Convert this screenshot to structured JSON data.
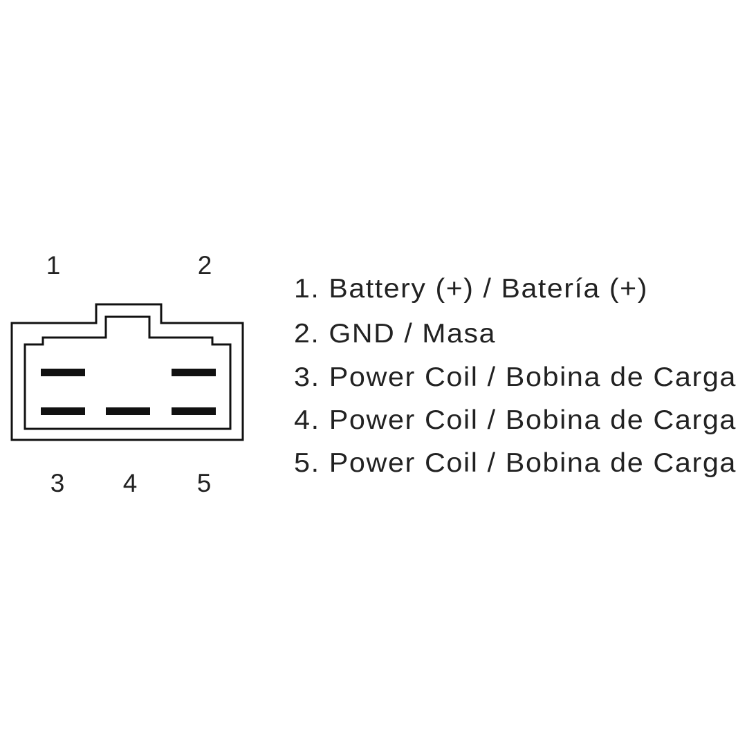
{
  "connector": {
    "pin_numbers": [
      "1",
      "2",
      "3",
      "4",
      "5"
    ]
  },
  "legend": [
    "1. Battery (+) / Batería (+)",
    "2. GND / Masa",
    "3. Power Coil / Bobina de Carga",
    "4. Power Coil / Bobina de Carga",
    "5. Power Coil / Bobina de Carga"
  ],
  "colors": {
    "line": "#111111",
    "text": "#222222",
    "background": "#ffffff"
  }
}
